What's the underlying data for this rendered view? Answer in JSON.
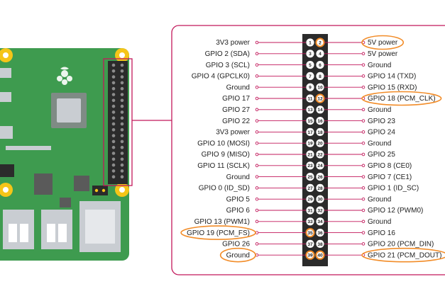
{
  "colors": {
    "frame": "#c2185b",
    "leader_line": "#c2185b",
    "highlight": "#f28c28",
    "header_body": "#2b2b2b",
    "pin_fill": "#ffffff",
    "board_green": "#3e9b4f",
    "board_dark_green": "#2f7d3f",
    "mount_hole": "#f5c518",
    "chip_gray": "#5a5a5a",
    "silver": "#c9cdd2",
    "label_text": "#222222"
  },
  "board": {
    "name": "raspberry-pi-board",
    "logo": "raspberry-logo-icon"
  },
  "pins": [
    {
      "n": "1",
      "label": "3V3 power"
    },
    {
      "n": "2",
      "label": "5V power"
    },
    {
      "n": "3",
      "label": "GPIO 2 (SDA)"
    },
    {
      "n": "4",
      "label": "5V power"
    },
    {
      "n": "5",
      "label": "GPIO 3 (SCL)"
    },
    {
      "n": "6",
      "label": "Ground"
    },
    {
      "n": "7",
      "label": "GPIO 4 (GPCLK0)"
    },
    {
      "n": "8",
      "label": "GPIO 14 (TXD)"
    },
    {
      "n": "9",
      "label": "Ground"
    },
    {
      "n": "10",
      "label": "GPIO 15 (RXD)"
    },
    {
      "n": "11",
      "label": "GPIO 17"
    },
    {
      "n": "12",
      "label": "GPIO 18 (PCM_CLK)"
    },
    {
      "n": "13",
      "label": "GPIO 27"
    },
    {
      "n": "14",
      "label": "Ground"
    },
    {
      "n": "15",
      "label": "GPIO 22"
    },
    {
      "n": "16",
      "label": "GPIO 23"
    },
    {
      "n": "17",
      "label": "3V3 power"
    },
    {
      "n": "18",
      "label": "GPIO 24"
    },
    {
      "n": "19",
      "label": "GPIO 10 (MOSI)"
    },
    {
      "n": "20",
      "label": "Ground"
    },
    {
      "n": "21",
      "label": "GPIO 9 (MISO)"
    },
    {
      "n": "22",
      "label": "GPIO 25"
    },
    {
      "n": "23",
      "label": "GPIO 11 (SCLK)"
    },
    {
      "n": "24",
      "label": "GPIO 8 (CE0)"
    },
    {
      "n": "25",
      "label": "Ground"
    },
    {
      "n": "26",
      "label": "GPIO 7 (CE1)"
    },
    {
      "n": "27",
      "label": "GPIO 0 (ID_SD)"
    },
    {
      "n": "28",
      "label": "GPIO 1 (ID_SC)"
    },
    {
      "n": "29",
      "label": "GPIO 5"
    },
    {
      "n": "30",
      "label": "Ground"
    },
    {
      "n": "31",
      "label": "GPIO 6"
    },
    {
      "n": "32",
      "label": "GPIO 12 (PWM0)"
    },
    {
      "n": "33",
      "label": "GPIO 13 (PWM1)"
    },
    {
      "n": "34",
      "label": "Ground"
    },
    {
      "n": "35",
      "label": "GPIO 19 (PCM_FS)"
    },
    {
      "n": "36",
      "label": "GPIO 16"
    },
    {
      "n": "37",
      "label": "GPIO 26"
    },
    {
      "n": "38",
      "label": "GPIO 20 (PCM_DIN)"
    },
    {
      "n": "39",
      "label": "Ground"
    },
    {
      "n": "40",
      "label": "GPIO 21 (PCM_DOUT)"
    }
  ],
  "highlighted_pins": [
    "2",
    "12",
    "35",
    "39",
    "40"
  ]
}
